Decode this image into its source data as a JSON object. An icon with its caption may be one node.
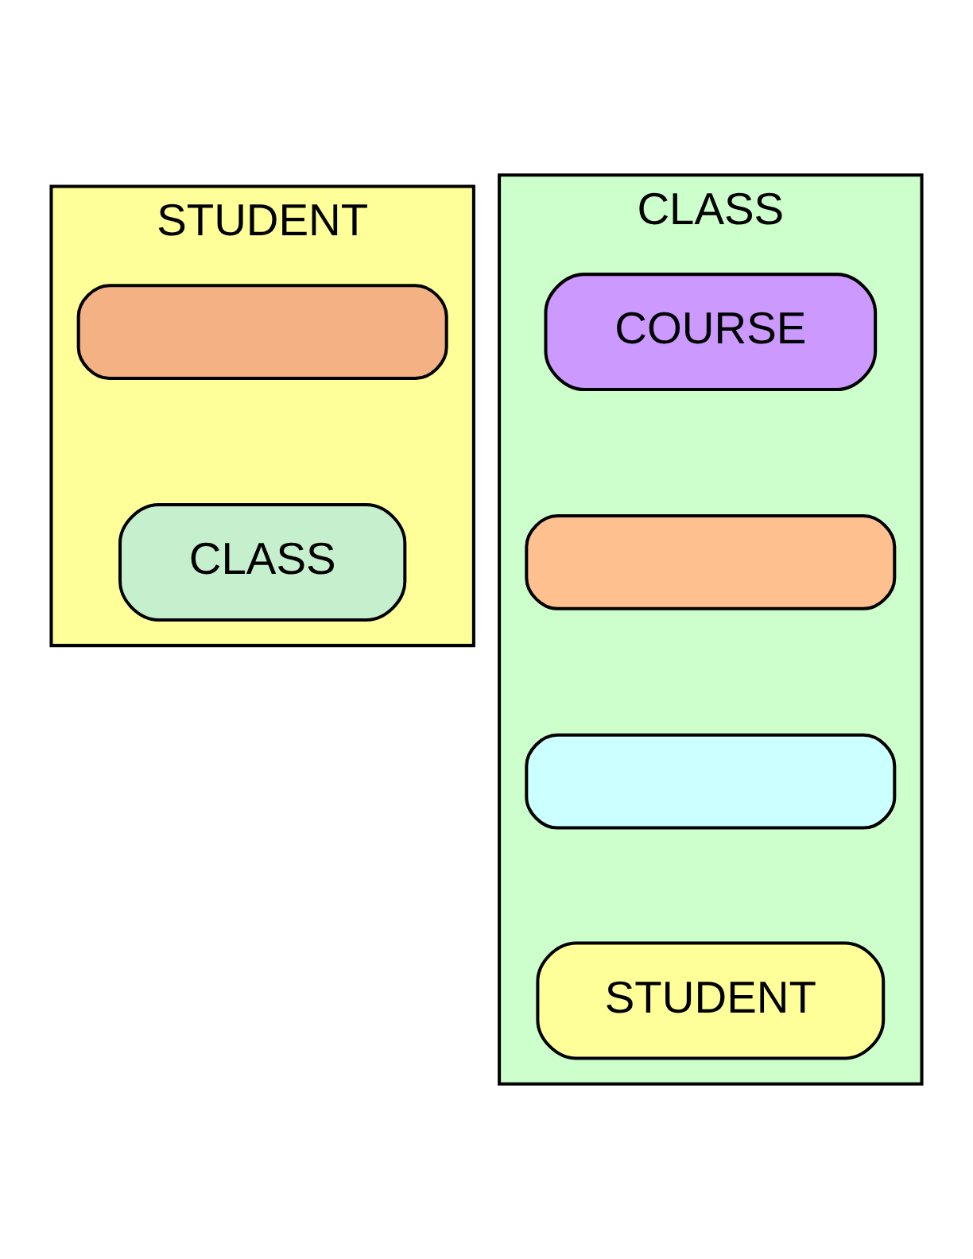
{
  "diagram": {
    "nodes": [
      {
        "text": [
          "STUDENT"
        ]
      },
      {
        "text": [],
        "shape": "box",
        "in": 0
      },
      {
        "text": [
          "CLASS"
        ],
        "in": 0
      },
      {
        "text": [
          "CLASS"
        ]
      },
      {
        "text": [
          "COURSE"
        ],
        "in": 3
      },
      {
        "text": [],
        "shape": "box",
        "in": 3
      },
      {
        "text": [],
        "shape": "box",
        "in": 3
      },
      {
        "text": [
          "STUDENT"
        ],
        "in": 3
      }
    ],
    "edges": []
  }
}
